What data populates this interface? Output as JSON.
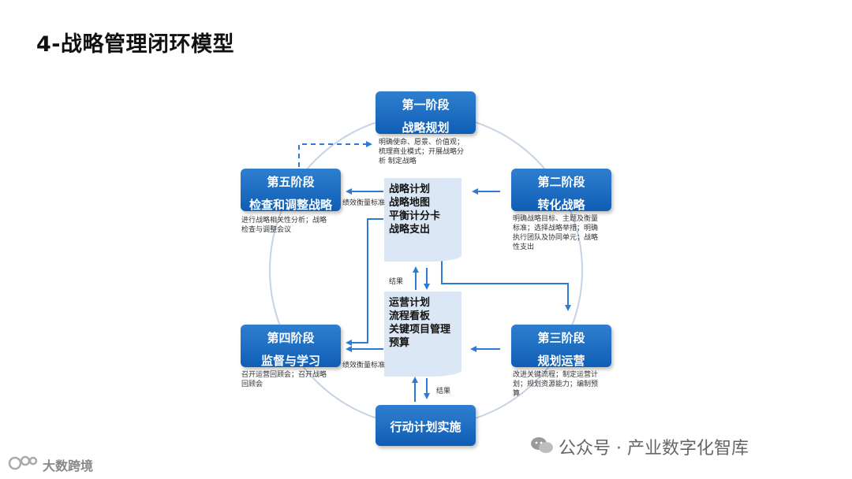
{
  "title": "4-战略管理闭环模型",
  "stages": [
    {
      "line1": "第一阶段",
      "line2": "战略规划",
      "desc": [
        "明确使命、愿景、价值观；",
        "梳理商业模式；开展战略分",
        "析 制定战略"
      ]
    },
    {
      "line1": "第二阶段",
      "line2": "转化战略",
      "desc": [
        "明确战略目标、主题及衡量",
        "标准；选择战略举措；明确",
        "执行团队及协同单元；战略",
        "性支出"
      ]
    },
    {
      "line1": "第三阶段",
      "line2": "规划运营",
      "desc": [
        "改进关键流程；制定运营计",
        "划；规划资源能力；编制预",
        "算"
      ]
    },
    {
      "line1": "行动计划实施"
    },
    {
      "line1": "第四阶段",
      "line2": "监督与学习",
      "desc": [
        "召开运营回顾会；召开战略",
        "回顾会"
      ]
    },
    {
      "line1": "第五阶段",
      "line2": "检查和调整战略",
      "desc": [
        "进行战略相关性分析；战略",
        "检查与调整会议"
      ]
    }
  ],
  "doc_top": [
    "战略计划",
    "战略地图",
    "平衡计分卡",
    "战略支出"
  ],
  "doc_bottom": [
    "运营计划",
    "流程看板",
    "关键项目管理",
    "预算"
  ],
  "labels": {
    "kpi_top": "绩效衡量标准",
    "kpi_bottom": "绩效衡量标准",
    "result_top": "结果",
    "result_bottom": "结果"
  },
  "watermark": {
    "right": "公众号 · 产业数字化智库",
    "left": "大数跨境"
  },
  "colors": {
    "stage_blue": "#1565c0",
    "line_blue": "#2e7bd6",
    "circle": "#c5d3e4",
    "doc_bg": "#dbe7f4"
  }
}
